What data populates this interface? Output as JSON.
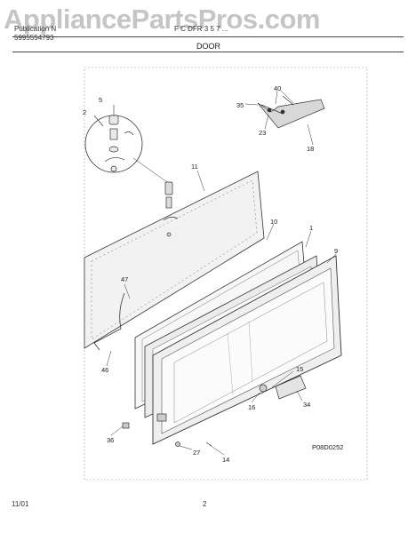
{
  "header": {
    "watermark": "AppliancePartsPros.com",
    "publication_line": "Publication N",
    "publication_line2": "5995554793",
    "model_line": "F C DFR 3 5 7 ...",
    "section_title": "DOOR"
  },
  "diagram": {
    "callouts": [
      "2",
      "5",
      "40",
      "35",
      "23",
      "18",
      "11",
      "10",
      "1",
      "9",
      "47",
      "46",
      "15",
      "16",
      "34",
      "36",
      "27",
      "14"
    ],
    "code": "P08D0252"
  },
  "footer": {
    "date": "11/01",
    "page": "2"
  }
}
